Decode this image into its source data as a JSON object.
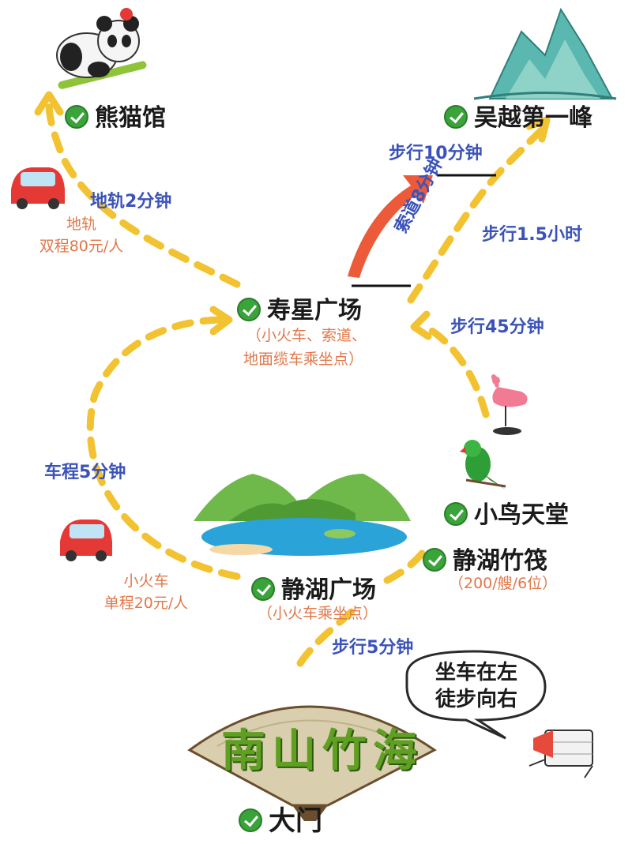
{
  "places": {
    "panda": "熊猫馆",
    "peak": "吴越第一峰",
    "shouxing": "寿星广场",
    "shouxing_sub_1": "（小火车、索道、",
    "shouxing_sub_2": "地面缆车乘坐点）",
    "bird": "小鸟天堂",
    "raft": "静湖竹筏",
    "raft_sub": "（200/艘/6位）",
    "jinghu": "静湖广场",
    "jinghu_sub": "（小火车乘坐点）",
    "gate": "大门"
  },
  "routes": {
    "metro": "地轨2分钟",
    "walk10": "步行10分钟",
    "cable": "索道8分钟",
    "walk15h": "步行1.5小时",
    "walk45": "步行45分钟",
    "drive5": "车程5分钟",
    "walk5": "步行5分钟"
  },
  "fares": {
    "metro_1": "地轨",
    "metro_2": "双程80元/人",
    "train_1": "小火车",
    "train_2": "单程20元/人"
  },
  "bubble": {
    "line1": "坐车在左",
    "line2": "徒步向右"
  },
  "fan_title": "南山竹海",
  "icons": [
    "panda-icon",
    "mountain-icon",
    "car-icon",
    "flamingo-icon",
    "parrot-icon",
    "lake-icon",
    "fan-icon",
    "megaphone-icon",
    "check-icon"
  ],
  "colors": {
    "path": "#f2c230",
    "route_text": "#3b53b8",
    "fare_text": "#e0784a",
    "check": "#3aa33a",
    "arrow": "#ec5a3a"
  }
}
